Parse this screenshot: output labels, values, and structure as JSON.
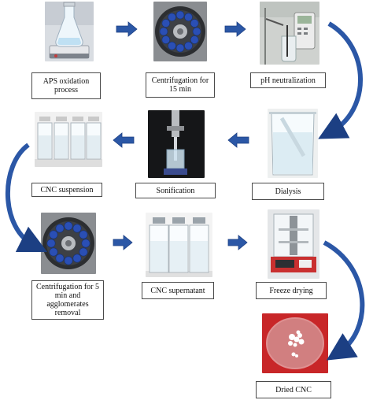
{
  "steps": [
    {
      "id": "aps",
      "label": "APS oxidation\nprocess",
      "icon": "flask-on-stirrer-photo"
    },
    {
      "id": "cent15",
      "label": "Centrifugation for\n15 min",
      "icon": "centrifuge-rotor-photo"
    },
    {
      "id": "ph",
      "label": "pH neutralization",
      "icon": "ph-meter-photo"
    },
    {
      "id": "dialysis",
      "label": "Dialysis",
      "icon": "dialysis-beaker-photo"
    },
    {
      "id": "sonication",
      "label": "Sonification",
      "icon": "sonicator-probe-photo"
    },
    {
      "id": "susp",
      "label": "CNC suspension",
      "icon": "vials-suspension-photo"
    },
    {
      "id": "cent5",
      "label": "Centrifugation for 5\nmin and\nagglomerates\nremoval",
      "icon": "centrifuge-rotor-photo"
    },
    {
      "id": "supern",
      "label": "CNC supernatant",
      "icon": "vials-supernatant-photo"
    },
    {
      "id": "freeze",
      "label": "Freeze drying",
      "icon": "freeze-dryer-photo"
    },
    {
      "id": "dried",
      "label": "Dried CNC",
      "icon": "petri-dish-photo"
    }
  ],
  "colors": {
    "arrow": "#2b57a6",
    "arrow_dark": "#1c3f83",
    "label_border": "#4a4a4a",
    "rotor_blue": "#2a4fb5"
  }
}
